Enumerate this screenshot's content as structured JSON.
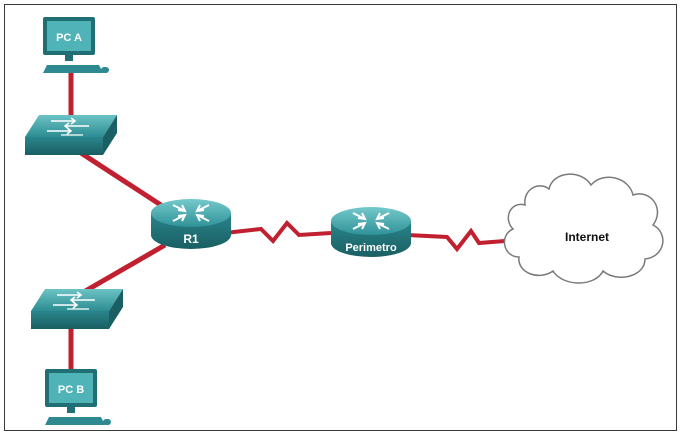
{
  "diagram": {
    "nodes": {
      "pc_a": {
        "label": "PC A",
        "type": "pc"
      },
      "switch_top": {
        "label": "",
        "type": "switch"
      },
      "r1": {
        "label": "R1",
        "type": "router"
      },
      "switch_bottom": {
        "label": "",
        "type": "switch"
      },
      "pc_b": {
        "label": "PC B",
        "type": "pc"
      },
      "perimetro": {
        "label": "Perimetro",
        "type": "router"
      },
      "internet": {
        "label": "Internet",
        "type": "cloud"
      }
    },
    "links": [
      {
        "from": "pc_a",
        "to": "switch_top",
        "kind": "ethernet"
      },
      {
        "from": "switch_top",
        "to": "r1",
        "kind": "ethernet"
      },
      {
        "from": "r1",
        "to": "switch_bottom",
        "kind": "ethernet"
      },
      {
        "from": "switch_bottom",
        "to": "pc_b",
        "kind": "ethernet"
      },
      {
        "from": "r1",
        "to": "perimetro",
        "kind": "serial"
      },
      {
        "from": "perimetro",
        "to": "internet",
        "kind": "serial"
      }
    ],
    "colors": {
      "link": "#c0202f",
      "device_teal": "#2e8f95",
      "device_dark": "#1d6b70",
      "device_light": "#5bb7ba"
    }
  }
}
